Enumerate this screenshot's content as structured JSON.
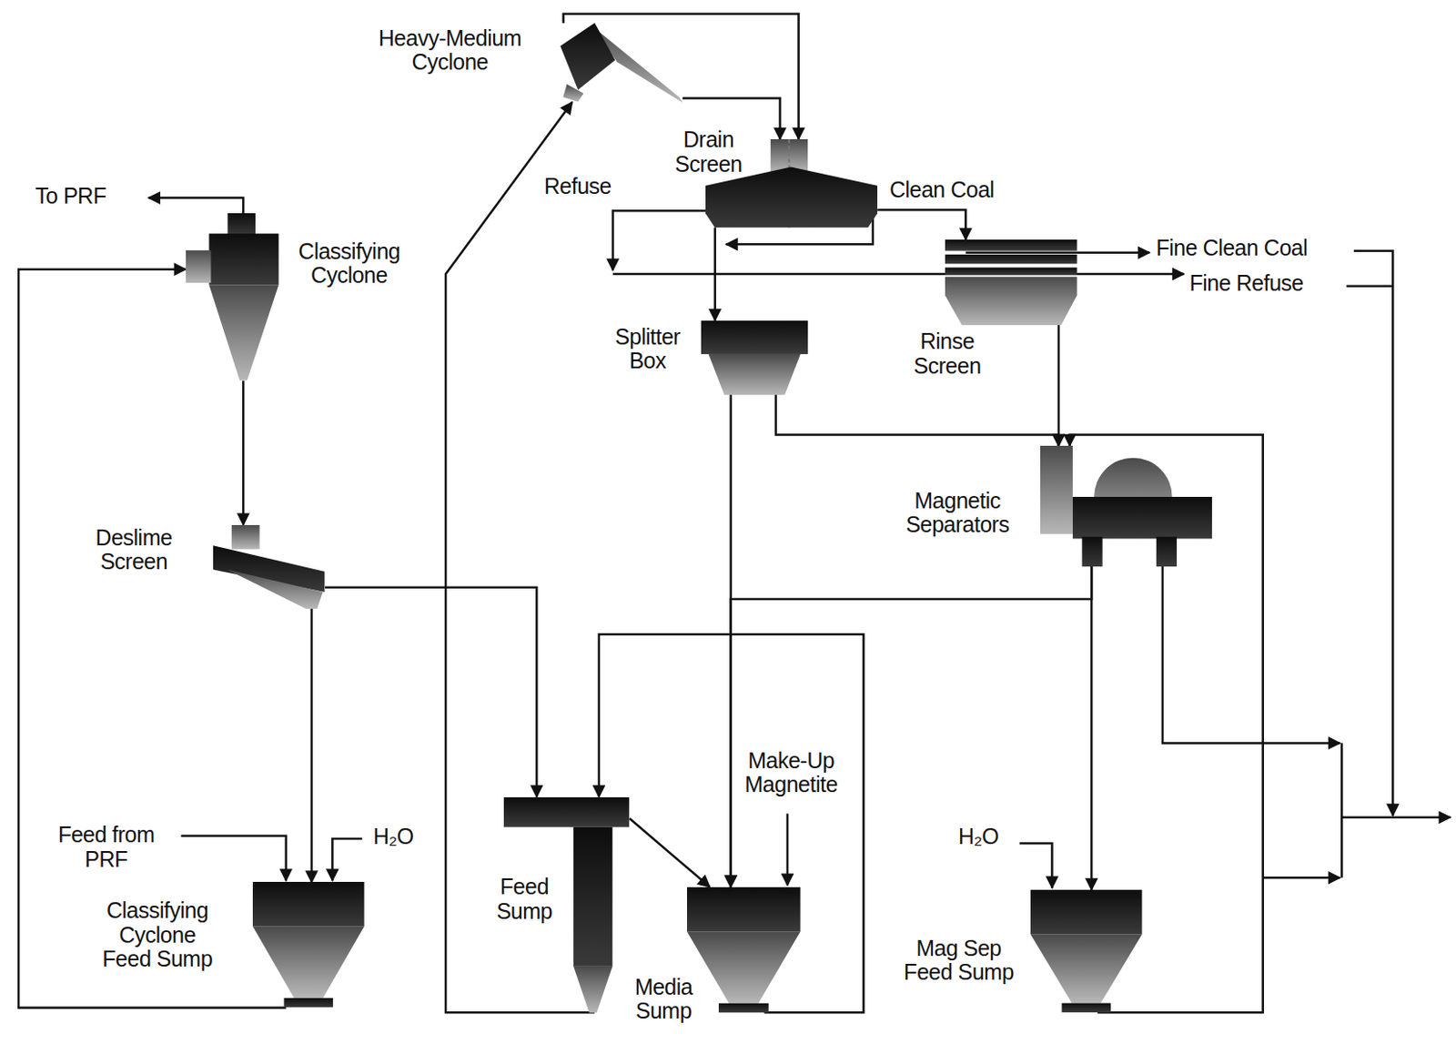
{
  "diagram": {
    "nodes": [
      {
        "text": [
          "Classifying Cyclone"
        ]
      },
      {
        "text": [
          "Deslime Screen"
        ]
      },
      {
        "text": [
          "Classifying Cyclone Feed Sump"
        ]
      },
      {
        "text": [
          "Heavy-Medium Cyclone"
        ]
      },
      {
        "text": [
          "Drain Screen"
        ]
      },
      {
        "text": [
          "Splitter Box"
        ]
      },
      {
        "text": [
          "Rinse Screen"
        ]
      },
      {
        "text": [
          "Magnetic Separators"
        ]
      },
      {
        "text": [
          "Feed Sump"
        ]
      },
      {
        "text": [
          "Media Sump"
        ]
      },
      {
        "text": [
          "Mag Sep Feed Sump"
        ]
      }
    ],
    "edges": [
      {
        "from": 0,
        "to": 1,
        "arrow": "to"
      },
      {
        "from": 1,
        "to": 2,
        "arrow": "to"
      },
      {
        "from": 1,
        "to": 8,
        "arrow": "to"
      },
      {
        "from": 2,
        "to": 0,
        "arrow": "to"
      },
      {
        "from": 8,
        "to": 3,
        "arrow": "to"
      },
      {
        "from": 3,
        "to": 4,
        "arrow": "to"
      },
      {
        "from": 3,
        "to": 4,
        "arrow": "to"
      },
      {
        "from": 4,
        "to": 5,
        "arrow": "to"
      },
      {
        "from": 4,
        "to": 6,
        "arrow": "to"
      },
      {
        "from": 5,
        "to": 9,
        "arrow": "to"
      },
      {
        "from": 5,
        "to": 7,
        "arrow": "to"
      },
      {
        "from": 6,
        "to": 7,
        "arrow": "to"
      },
      {
        "from": 9,
        "to": 8,
        "arrow": "to"
      },
      {
        "from": 8,
        "to": 9,
        "arrow": "to"
      },
      {
        "from": 7,
        "to": 9,
        "arrow": "to"
      },
      {
        "from": 7,
        "to": 10,
        "arrow": "to"
      },
      {
        "from": 10,
        "to": 7,
        "arrow": "to"
      }
    ],
    "labels": [
      "To PRF",
      "Refuse",
      "Clean Coal",
      "Fine Clean Coal",
      "Fine Refuse",
      "Feed from PRF",
      "H₂O",
      "Make-Up Magnetite",
      "H₂O"
    ]
  }
}
